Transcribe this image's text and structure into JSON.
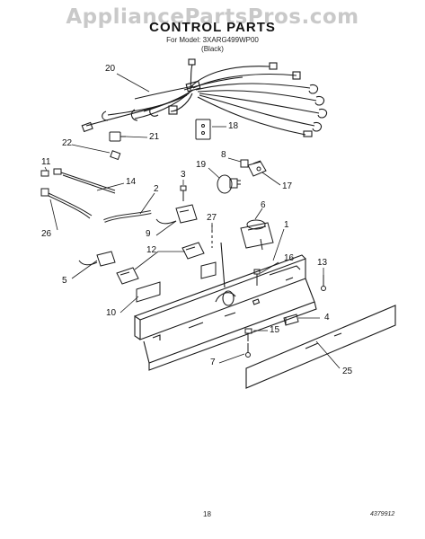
{
  "header": {
    "watermark": "AppliancePartsPros.com",
    "title": "CONTROL PARTS",
    "model_line": "For Model: 3XARG499WP00",
    "color_line": "(Black)"
  },
  "callouts": {
    "c1": "1",
    "c2": "2",
    "c3": "3",
    "c4": "4",
    "c5": "5",
    "c6": "6",
    "c7": "7",
    "c8": "8",
    "c9": "9",
    "c10": "10",
    "c11": "11",
    "c12": "12",
    "c13": "13",
    "c14": "14",
    "c15": "15",
    "c16": "16",
    "c17": "17",
    "c18": "18",
    "c19": "19",
    "c20": "20",
    "c21": "21",
    "c22": "22",
    "c25": "25",
    "c26": "26",
    "c27": "27"
  },
  "footer": {
    "page_number": "18",
    "document_number": "4379912"
  }
}
